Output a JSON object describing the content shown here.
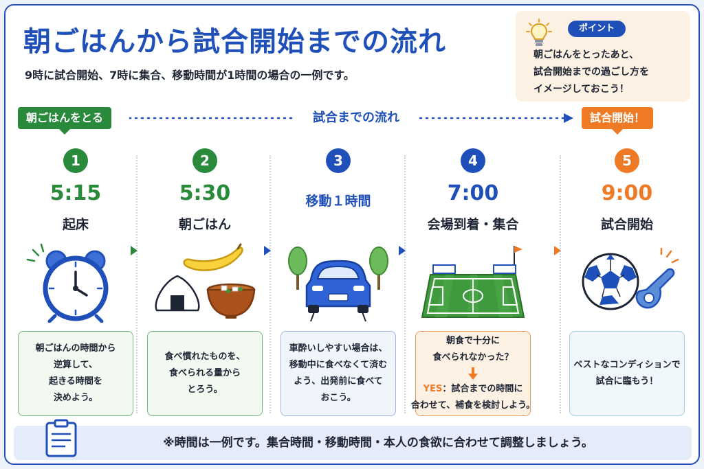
{
  "title": "朝ごはんから試合開始までの流れ",
  "subtitle": "9時に試合開始、7時に集合、移動時間が1時間の場合の一例です。",
  "point": {
    "badge": "ポイント",
    "text": "朝ごはんをとったあと、\n試合開始までの過ごし方を\nイメージしておこう！",
    "icon": "lightbulb-icon"
  },
  "flow": {
    "start_tag": "朝ごはんをとる",
    "middle_label": "試合までの流れ",
    "end_tag": "試合開始！"
  },
  "colors": {
    "blue": "#1f4fb8",
    "green": "#2a8a3c",
    "orange": "#ee7a26"
  },
  "steps": [
    {
      "number": "1",
      "time": "5:15",
      "label": "起床",
      "icon": "alarm-clock-icon",
      "card": "朝ごはんの時間から\n逆算して、\n起きる時間を\n決めよう。"
    },
    {
      "number": "2",
      "time": "5:30",
      "label": "朝ごはん",
      "icon": "breakfast-icon",
      "card": "食べ慣れたものを、\n食べられる量から\nとろう。"
    },
    {
      "number": "3",
      "time": "移動１時間",
      "label": "",
      "icon": "car-icon",
      "card": "車酔いしやすい場合は、\n移動中に食べなくて済む\nよう、出発前に食べて\nおこう。"
    },
    {
      "number": "4",
      "time": "7:00",
      "label": "会場到着・集合",
      "icon": "soccer-field-icon",
      "card_question": "朝食で十分に\n食べられなかった？",
      "card_yes": "YES",
      "card_answer_1": "：試合までの時間に",
      "card_answer_2": "合わせて、補食を検討しよう。"
    },
    {
      "number": "5",
      "time": "9:00",
      "label": "試合開始",
      "icon": "soccer-ball-whistle-icon",
      "card": "ベストなコンディションで\n試合に臨もう！"
    }
  ],
  "note": {
    "text": "※時間は一例です。集合時間・移動時間・本人の食欲に合わせて調整しましょう。",
    "icon": "clipboard-icon"
  }
}
